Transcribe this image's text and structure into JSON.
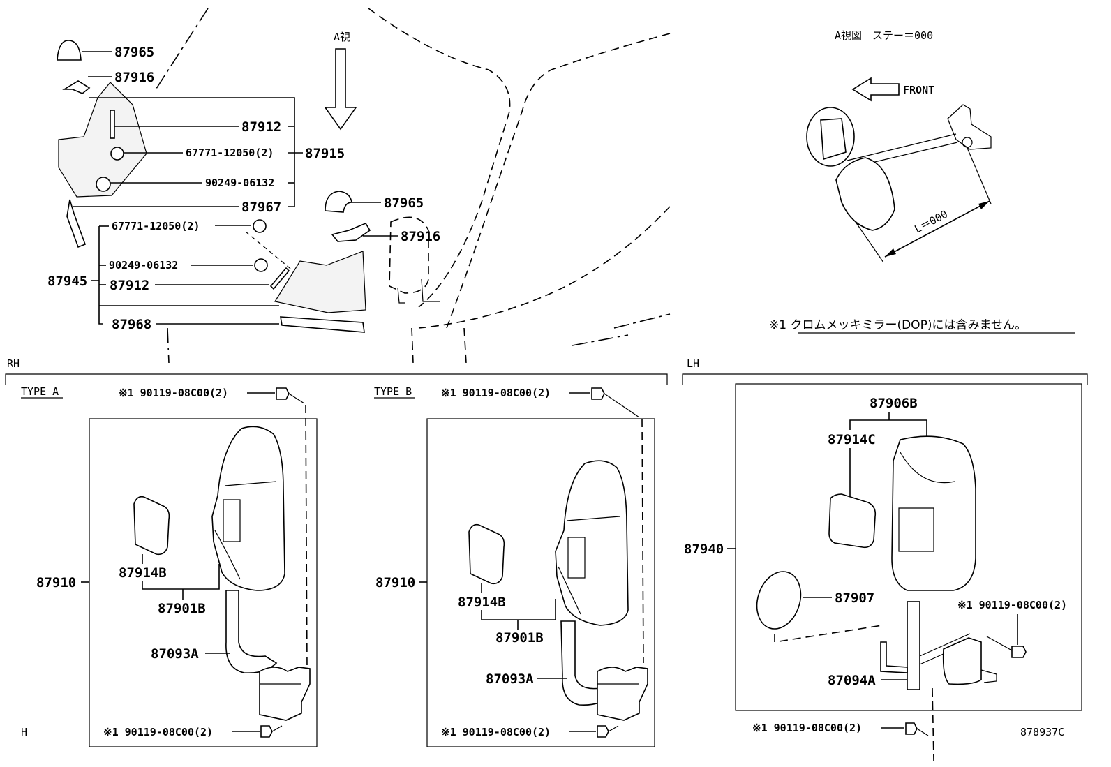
{
  "view": {
    "arrow_label": "A視",
    "inset_title": "A視図　ステー＝000",
    "front_label": "FRONT",
    "dimension_label": "L＝000",
    "note": "※1 クロムメッキミラー(DOP)には含みません。"
  },
  "sections": {
    "rh": "RH",
    "lh": "LH",
    "type_a": "TYPE A",
    "type_b": "TYPE B",
    "bottom_left": "H",
    "diagram_id": "878937C"
  },
  "top_parts": {
    "p87965_a": "87965",
    "p87916_a": "87916",
    "p87912_a": "87912",
    "p67771_a": "67771-12050(2)",
    "p87915": "87915",
    "p90249_a": "90249-06132",
    "p87967": "87967",
    "p87965_b": "87965",
    "p87916_b": "87916",
    "p67771_b": "67771-12050(2)",
    "p90249_b": "90249-06132",
    "p87945": "87945",
    "p87912_b": "87912",
    "p87968": "87968"
  },
  "type_a_parts": {
    "bolt_top": "※1 90119-08C00(2)",
    "p87910": "87910",
    "p87914": "87914B",
    "p87901": "87901B",
    "p87093": "87093A",
    "bolt_bottom": "※1 90119-08C00(2)"
  },
  "type_b_parts": {
    "bolt_top": "※1 90119-08C00(2)",
    "p87910": "87910",
    "p87914": "87914B",
    "p87901": "87901B",
    "p87093": "87093A",
    "bolt_bottom": "※1 90119-08C00(2)"
  },
  "lh_parts": {
    "p87906": "87906B",
    "p87914": "87914C",
    "p87940": "87940",
    "p87907": "87907",
    "bolt_right": "※1 90119-08C00(2)",
    "p87094": "87094A",
    "bolt_bottom": "※1 90119-08C00(2)"
  }
}
